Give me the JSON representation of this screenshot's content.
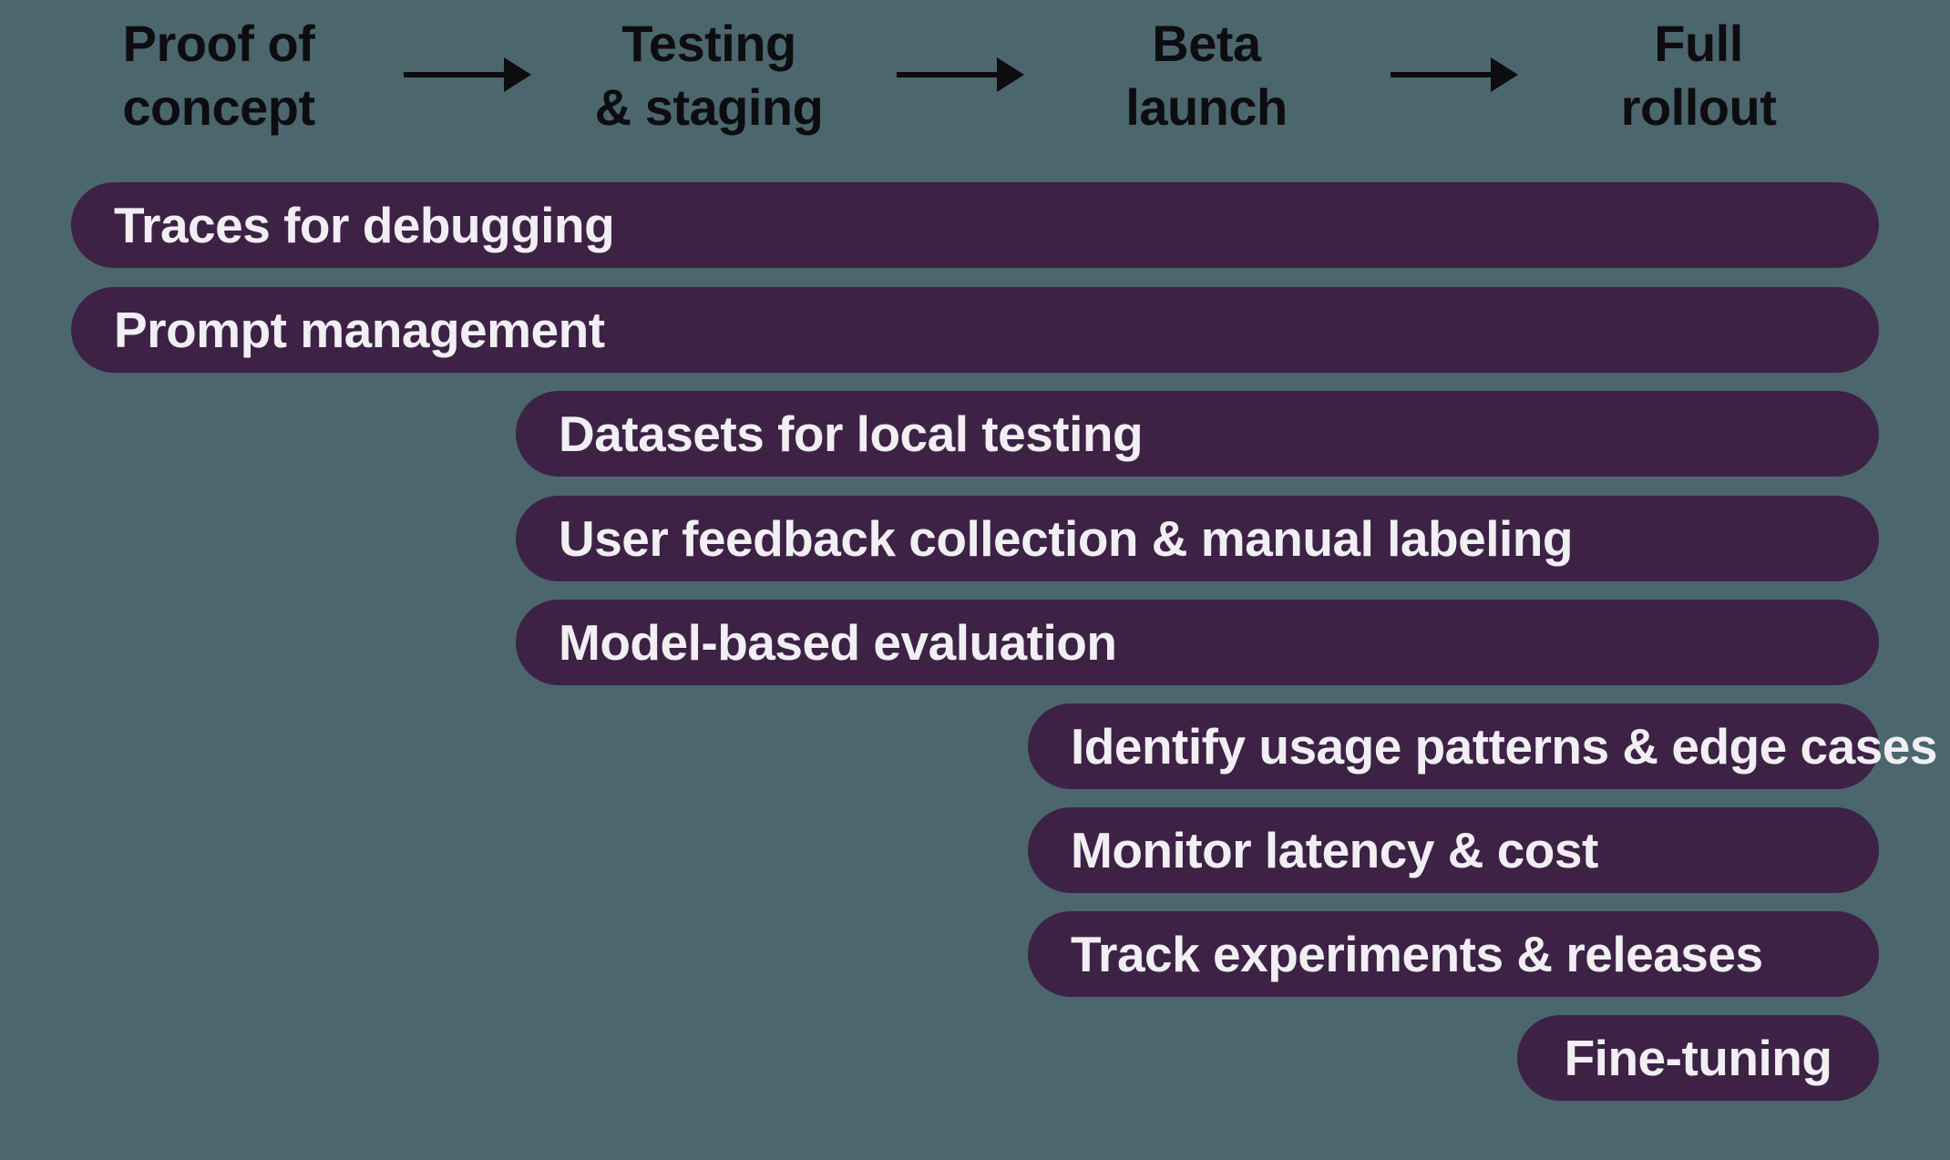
{
  "title": "LLM application rollout phases and tooling timeline",
  "colors": {
    "background": "#4C666E",
    "bar_fill": "#3D2245",
    "bar_text": "#F1EFF3",
    "phase_text": "#0D0D0F",
    "arrow": "#0D0D0F"
  },
  "phases": [
    {
      "label": "Proof of\nconcept"
    },
    {
      "label": "Testing\n& staging"
    },
    {
      "label": "Beta\nlaunch"
    },
    {
      "label": "Full\nrollout"
    }
  ],
  "arrow_icon": "right-arrow",
  "bars": [
    {
      "label": "Traces for debugging",
      "start_phase": "Proof of concept",
      "end_phase": "Full rollout"
    },
    {
      "label": "Prompt management",
      "start_phase": "Proof of concept",
      "end_phase": "Full rollout"
    },
    {
      "label": "Datasets for local testing",
      "start_phase": "Testing & staging",
      "end_phase": "Full rollout"
    },
    {
      "label": "User feedback collection & manual labeling",
      "start_phase": "Testing & staging",
      "end_phase": "Full rollout"
    },
    {
      "label": "Model-based evaluation",
      "start_phase": "Testing & staging",
      "end_phase": "Full rollout"
    },
    {
      "label": "Identify usage patterns & edge cases",
      "start_phase": "Beta launch",
      "end_phase": "Full rollout"
    },
    {
      "label": "Monitor latency & cost",
      "start_phase": "Beta launch",
      "end_phase": "Full rollout"
    },
    {
      "label": "Track experiments & releases",
      "start_phase": "Beta launch",
      "end_phase": "Full rollout"
    },
    {
      "label": "Fine-tuning",
      "start_phase": "Full rollout",
      "end_phase": "Full rollout"
    }
  ]
}
